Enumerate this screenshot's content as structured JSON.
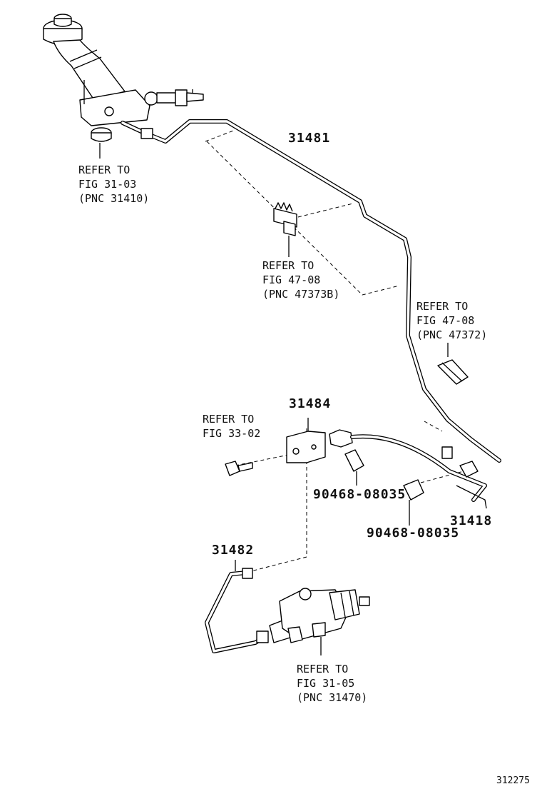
{
  "callouts": {
    "master_cylinder": [
      "REFER TO",
      "FIG 31-03",
      "(PNC 31410)"
    ],
    "clamp_upper": [
      "REFER TO",
      "FIG 47-08",
      "(PNC 47373B)"
    ],
    "clamp_right": [
      "REFER TO",
      "FIG 47-08",
      "(PNC 47372)"
    ],
    "bolt": [
      "REFER TO",
      "FIG 33-02"
    ],
    "release_cylinder": [
      "REFER TO",
      "FIG 31-05",
      "(PNC 31470)"
    ]
  },
  "part_numbers": {
    "tube_main": "31481",
    "bracket": "31484",
    "clip_a": "90468-08035",
    "clip_b": "90468-08035",
    "hose": "31418",
    "tube_lower": "31482"
  },
  "figure_id": "312275"
}
